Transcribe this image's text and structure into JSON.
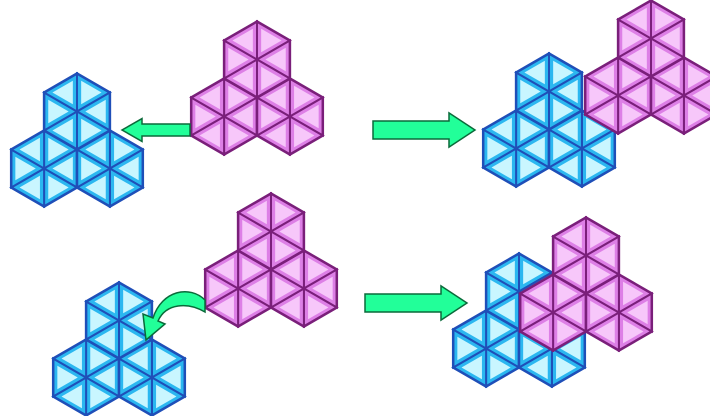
{
  "colors": {
    "blue_stroke": "#1f4fb8",
    "blue_face": "#2bb7f0",
    "blue_tri": "#c9f6ff",
    "pink_stroke": "#7a1f7a",
    "pink_face": "#dd7fe6",
    "pink_tri": "#f7c7fa",
    "arrow_fill": "#22ff99",
    "arrow_stroke": "#0a6a3a"
  },
  "diagram": {
    "rows": [
      {
        "id": "row-1",
        "operation": "translate",
        "arrow_left": "translate-arrow",
        "arrow_right": "result-arrow"
      },
      {
        "id": "row-2",
        "operation": "rotate",
        "arrow_left": "rotate-arrow",
        "arrow_right": "result-arrow"
      }
    ]
  }
}
